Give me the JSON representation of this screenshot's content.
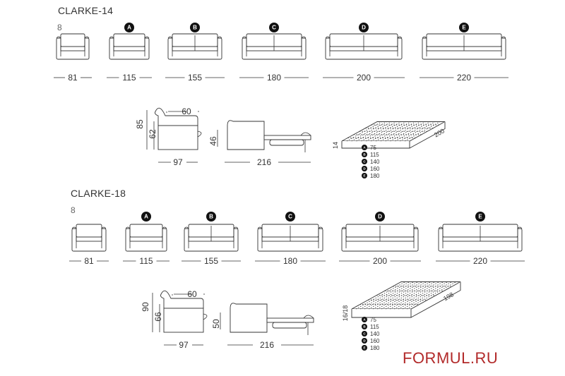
{
  "sections": [
    {
      "title": "CLARKE-14",
      "armchair_label": "8",
      "widths": [
        {
          "badge": "",
          "value": "81"
        },
        {
          "badge": "A",
          "value": "115"
        },
        {
          "badge": "B",
          "value": "155"
        },
        {
          "badge": "C",
          "value": "180"
        },
        {
          "badge": "D",
          "value": "200"
        },
        {
          "badge": "E",
          "value": "220"
        }
      ],
      "side": {
        "height": "85",
        "seat_height": "62",
        "back_depth": "60",
        "depth": "97",
        "open_height": "46",
        "open_length": "216"
      },
      "mattress": {
        "thickness": "14",
        "length": "200",
        "sizes": [
          {
            "badge": "A",
            "value": "75"
          },
          {
            "badge": "B",
            "value": "115"
          },
          {
            "badge": "C",
            "value": "140"
          },
          {
            "badge": "D",
            "value": "160"
          },
          {
            "badge": "E",
            "value": "180"
          }
        ]
      }
    },
    {
      "title": "CLARKE-18",
      "armchair_label": "8",
      "widths": [
        {
          "badge": "",
          "value": "81"
        },
        {
          "badge": "A",
          "value": "115"
        },
        {
          "badge": "B",
          "value": "155"
        },
        {
          "badge": "C",
          "value": "180"
        },
        {
          "badge": "D",
          "value": "200"
        },
        {
          "badge": "E",
          "value": "220"
        }
      ],
      "side": {
        "height": "90",
        "seat_height": "66",
        "back_depth": "60",
        "depth": "97",
        "open_height": "50",
        "open_length": "216"
      },
      "mattress": {
        "thickness": "16/18",
        "length": "198",
        "sizes": [
          {
            "badge": "A",
            "value": "75"
          },
          {
            "badge": "B",
            "value": "115"
          },
          {
            "badge": "C",
            "value": "140"
          },
          {
            "badge": "D",
            "value": "160"
          },
          {
            "badge": "E",
            "value": "180"
          }
        ]
      }
    }
  ],
  "brand": "FORMUL.RU",
  "colors": {
    "ink": "#333333",
    "brand": "#b22a2a",
    "badge": "#111111"
  }
}
